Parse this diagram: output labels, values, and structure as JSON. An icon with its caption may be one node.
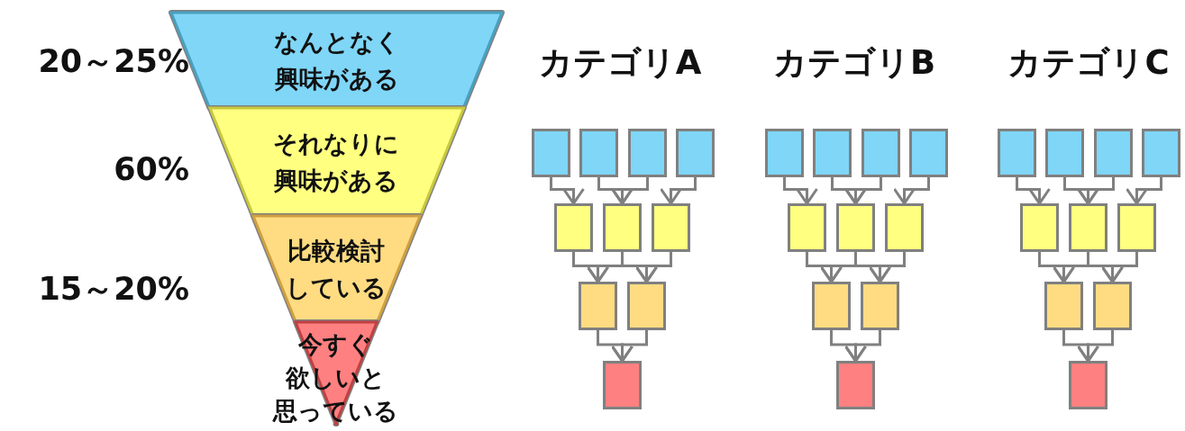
{
  "diagram": {
    "nodes": [
      {
        "text": [
          "なんとなく興味がある"
        ],
        "beside": [
          "20～25%"
        ]
      },
      {
        "text": [
          "それなりに興味がある"
        ],
        "beside": [
          "60%"
        ]
      },
      {
        "text": [
          "比較検討している"
        ],
        "beside": [
          "15～20%"
        ]
      },
      {
        "text": [
          "今すぐ欲しいと思っている"
        ]
      },
      {
        "text": [],
        "shape": "box"
      },
      {
        "text": [],
        "shape": "box"
      },
      {
        "text": [],
        "shape": "box"
      },
      {
        "text": [],
        "shape": "box"
      },
      {
        "text": [],
        "shape": "box"
      },
      {
        "text": [],
        "shape": "box"
      },
      {
        "text": [],
        "shape": "box"
      },
      {
        "text": [],
        "shape": "box"
      },
      {
        "text": [],
        "shape": "box"
      },
      {
        "text": [],
        "shape": "box"
      },
      {
        "text": [],
        "shape": "box"
      },
      {
        "text": [],
        "shape": "box"
      },
      {
        "text": [],
        "shape": "box"
      },
      {
        "text": [],
        "shape": "box"
      },
      {
        "text": [],
        "shape": "box"
      },
      {
        "text": [],
        "shape": "box"
      },
      {
        "text": [],
        "shape": "box"
      },
      {
        "text": [],
        "shape": "box"
      },
      {
        "text": [],
        "shape": "box"
      },
      {
        "text": [],
        "shape": "box"
      },
      {
        "text": [],
        "shape": "box"
      },
      {
        "text": [],
        "shape": "box"
      },
      {
        "text": [],
        "shape": "box"
      },
      {
        "text": [],
        "shape": "box"
      },
      {
        "text": [],
        "shape": "box"
      },
      {
        "text": [],
        "shape": "box"
      },
      {
        "text": [],
        "shape": "box"
      },
      {
        "text": [],
        "shape": "box"
      },
      {
        "text": [],
        "shape": "box"
      },
      {
        "text": [],
        "shape": "box"
      }
    ],
    "edges": [
      {
        "from": 4,
        "to": 8,
        "arrow": "to"
      },
      {
        "from": 5,
        "to": 9,
        "arrow": "to"
      },
      {
        "from": 6,
        "to": 9,
        "arrow": "to"
      },
      {
        "from": 7,
        "to": 10,
        "arrow": "to"
      },
      {
        "from": 8,
        "to": 11,
        "arrow": "to"
      },
      {
        "from": 9,
        "to": 11,
        "arrow": "to"
      },
      {
        "from": 9,
        "to": 12,
        "arrow": "to"
      },
      {
        "from": 10,
        "to": 12,
        "arrow": "to"
      },
      {
        "from": 11,
        "to": 13,
        "arrow": "to"
      },
      {
        "from": 12,
        "to": 13,
        "arrow": "to"
      },
      {
        "from": 14,
        "to": 18,
        "arrow": "to"
      },
      {
        "from": 15,
        "to": 19,
        "arrow": "to"
      },
      {
        "from": 16,
        "to": 19,
        "arrow": "to"
      },
      {
        "from": 17,
        "to": 20,
        "arrow": "to"
      },
      {
        "from": 18,
        "to": 21,
        "arrow": "to"
      },
      {
        "from": 19,
        "to": 21,
        "arrow": "to"
      },
      {
        "from": 19,
        "to": 22,
        "arrow": "to"
      },
      {
        "from": 20,
        "to": 22,
        "arrow": "to"
      },
      {
        "from": 21,
        "to": 23,
        "arrow": "to"
      },
      {
        "from": 22,
        "to": 23,
        "arrow": "to"
      },
      {
        "from": 24,
        "to": 28,
        "arrow": "to"
      },
      {
        "from": 25,
        "to": 29,
        "arrow": "to"
      },
      {
        "from": 26,
        "to": 29,
        "arrow": "to"
      },
      {
        "from": 27,
        "to": 30,
        "arrow": "to"
      },
      {
        "from": 28,
        "to": 31,
        "arrow": "to"
      },
      {
        "from": 29,
        "to": 31,
        "arrow": "to"
      },
      {
        "from": 29,
        "to": 32,
        "arrow": "to"
      },
      {
        "from": 30,
        "to": 32,
        "arrow": "to"
      },
      {
        "from": 31,
        "to": 33,
        "arrow": "to"
      },
      {
        "from": 32,
        "to": 33,
        "arrow": "to"
      }
    ],
    "labels": [
      "カテゴリA",
      "カテゴリB",
      "カテゴリC"
    ]
  }
}
